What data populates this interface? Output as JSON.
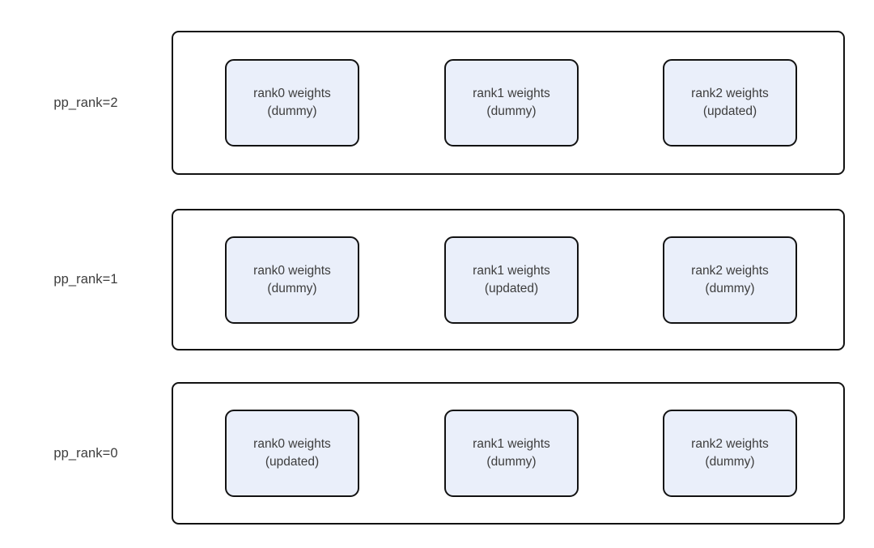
{
  "diagram": {
    "type": "pipeline-parallel-weight-layout",
    "background_color": "#ffffff",
    "box_fill_color": "#eaeffa",
    "box_border_color": "#121212",
    "text_color": "#3d3d3d",
    "rows": [
      {
        "label": "pp_rank=2",
        "boxes": [
          {
            "title": "rank0 weights",
            "state": "(dummy)"
          },
          {
            "title": "rank1 weights",
            "state": "(dummy)"
          },
          {
            "title": "rank2 weights",
            "state": "(updated)"
          }
        ]
      },
      {
        "label": "pp_rank=1",
        "boxes": [
          {
            "title": "rank0 weights",
            "state": "(dummy)"
          },
          {
            "title": "rank1 weights",
            "state": "(updated)"
          },
          {
            "title": "rank2 weights",
            "state": "(dummy)"
          }
        ]
      },
      {
        "label": "pp_rank=0",
        "boxes": [
          {
            "title": "rank0 weights",
            "state": "(updated)"
          },
          {
            "title": "rank1 weights",
            "state": "(dummy)"
          },
          {
            "title": "rank2 weights",
            "state": "(dummy)"
          }
        ]
      }
    ]
  }
}
